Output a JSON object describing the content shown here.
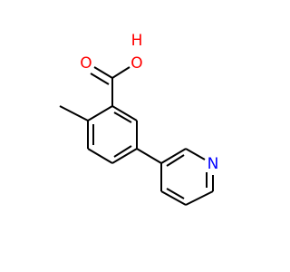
{
  "molecule": {
    "labels": {
      "hydroxyl": "O",
      "hydroxyl_h": "H",
      "carbonyl_o": "O",
      "pyridine_n": "N"
    },
    "colors": {
      "bond": "#000000",
      "oxygen": "#ff0000",
      "nitrogen": "#0000ff"
    }
  }
}
